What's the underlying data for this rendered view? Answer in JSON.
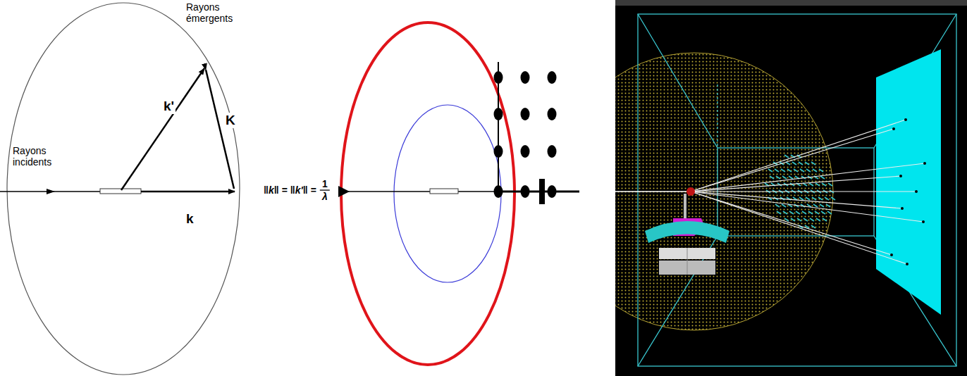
{
  "diagram": {
    "labels": [
      "Rayons émergents",
      "Rayons incidents",
      "k'",
      "K",
      "k",
      "‖k‖ = ‖k'‖ =",
      "1",
      "λ"
    ]
  }
}
